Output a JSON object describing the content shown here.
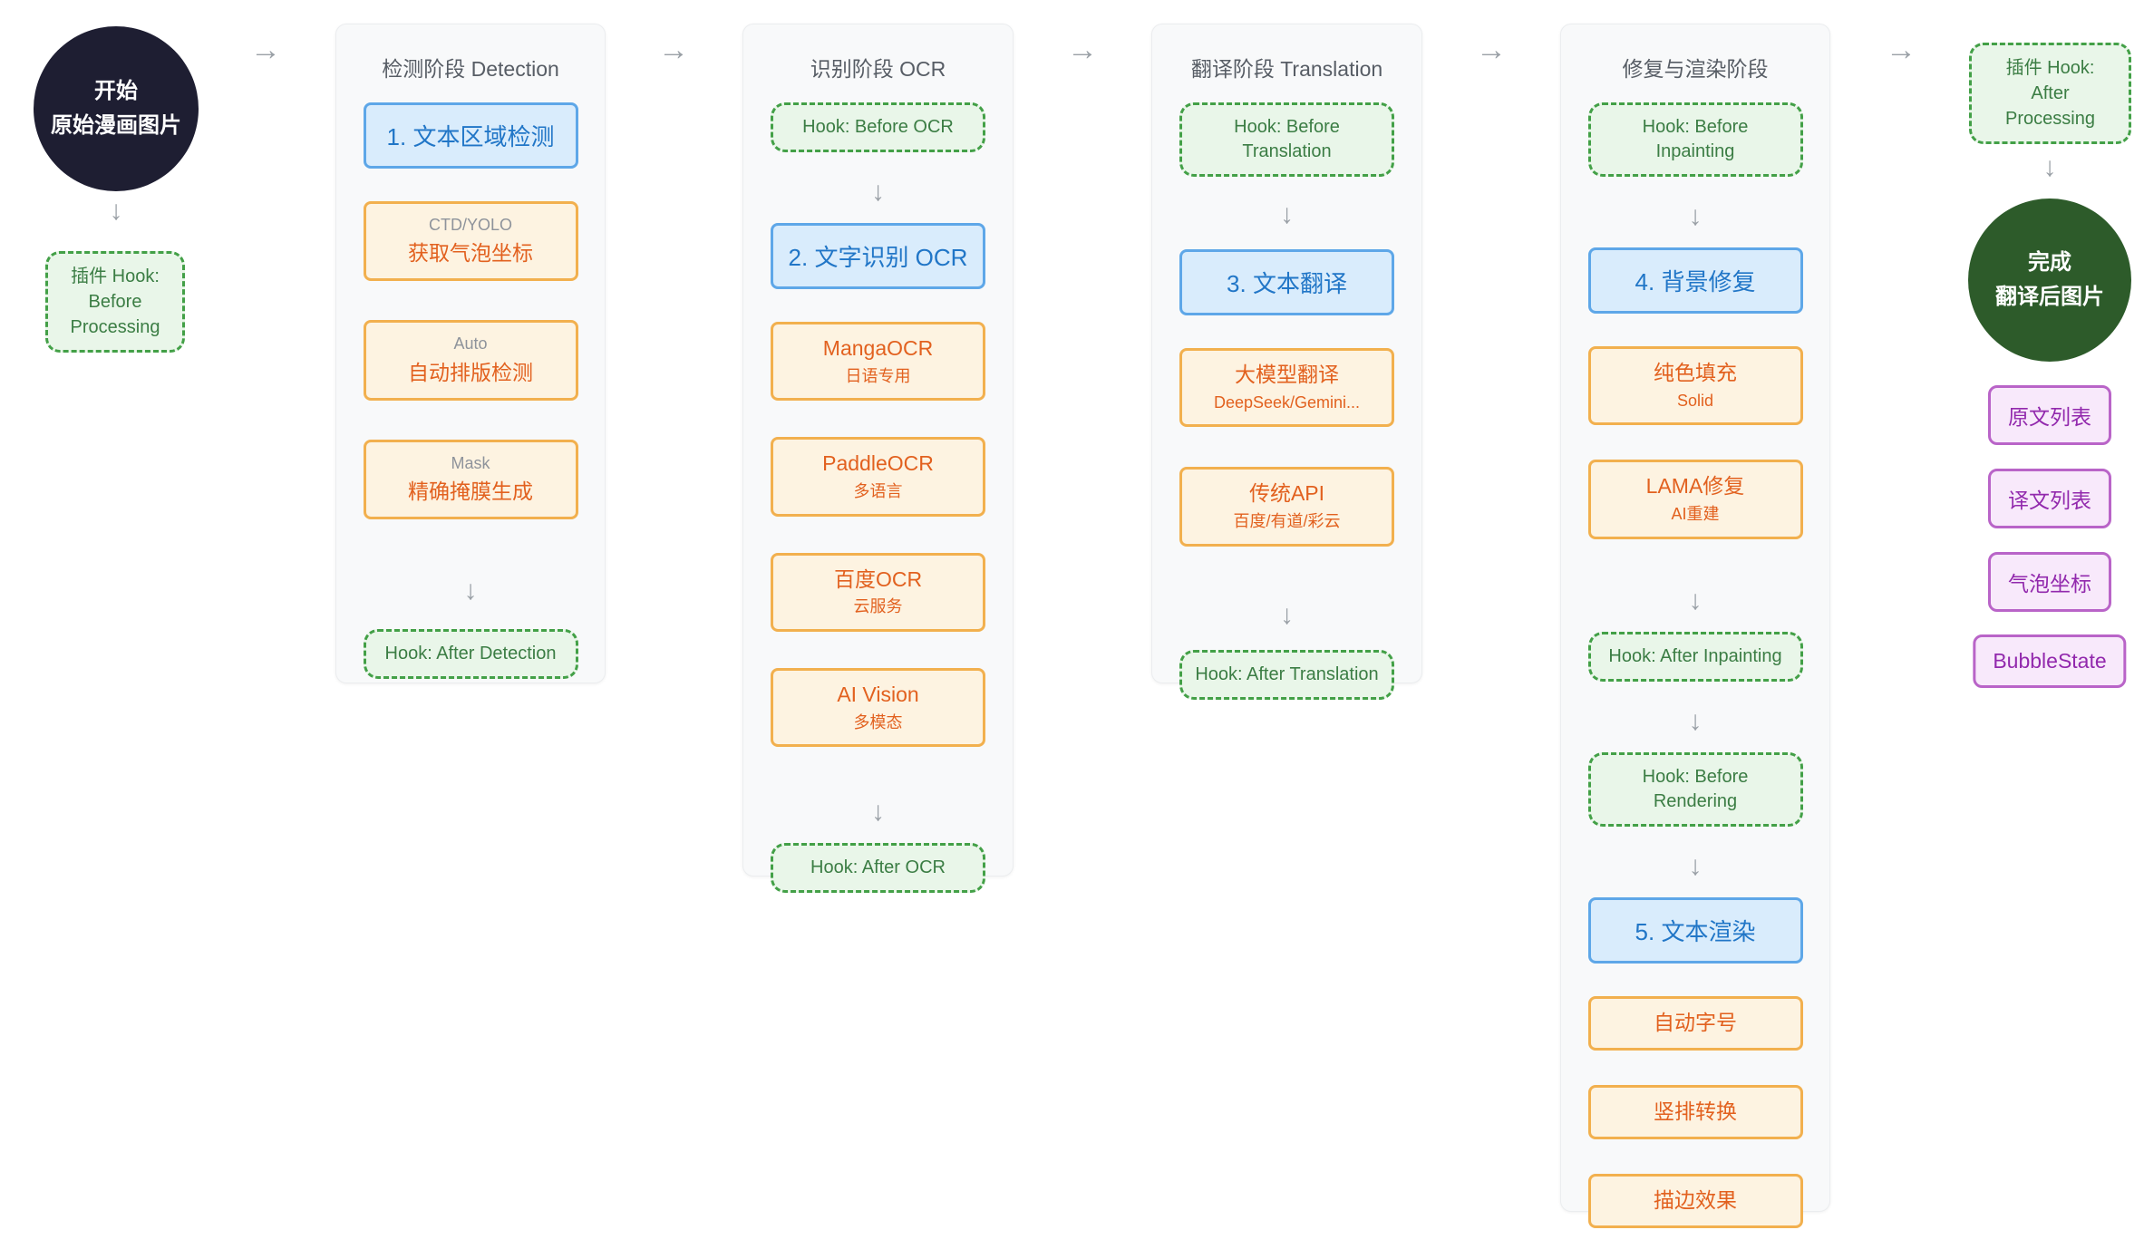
{
  "rails": {
    "start_label": "开始\n原始漫画图片",
    "hook_before_processing": "插件 Hook:\nBefore\nProcessing",
    "hook_after_processing": "插件 Hook:\nAfter\nProcessing",
    "finish_label": "完成\n翻译后图片",
    "outputs": [
      "原文列表",
      "译文列表",
      "气泡坐标",
      "BubbleState"
    ]
  },
  "icons": {
    "arrow_right": "→",
    "arrow_down": "↓"
  },
  "colors": {
    "start_circle_bg": "#1e1e32",
    "finish_circle_bg": "#2d5b2a",
    "step_bg": "#d9ecfc",
    "step_border": "#5ea7e8",
    "step_text": "#2176c7",
    "tool_bg": "#fdf3e1",
    "tool_border": "#f2b04e",
    "tool_text": "#e2611f",
    "tool_top_label_text": "#8e939b",
    "hook_bg": "#e9f6e9",
    "hook_border": "#43a047",
    "hook_text": "#3b7d44",
    "output_bg": "#f8e9fb",
    "output_border": "#b964c8",
    "output_text": "#9229ad",
    "card_bg": "#f8f9fa",
    "arrow": "#9aa0a6"
  },
  "stages": [
    {
      "id": "detection",
      "title": "检测阶段 Detection",
      "nodes": [
        {
          "type": "step",
          "label": "1. 文本区域检测"
        },
        {
          "type": "tool",
          "top_label": "CTD/YOLO",
          "label": "获取气泡坐标"
        },
        {
          "type": "tool",
          "top_label": "Auto",
          "label": "自动排版检测"
        },
        {
          "type": "tool",
          "top_label": "Mask",
          "label": "精确掩膜生成"
        },
        {
          "type": "arrow"
        },
        {
          "type": "hook",
          "label": "Hook: After Detection"
        }
      ]
    },
    {
      "id": "ocr",
      "title": "识别阶段 OCR",
      "nodes": [
        {
          "type": "hook",
          "label": "Hook: Before OCR"
        },
        {
          "type": "arrow"
        },
        {
          "type": "step",
          "label": "2. 文字识别 OCR"
        },
        {
          "type": "tool",
          "label": "MangaOCR",
          "sub_label": "日语专用"
        },
        {
          "type": "tool",
          "label": "PaddleOCR",
          "sub_label": "多语言"
        },
        {
          "type": "tool",
          "label": "百度OCR",
          "sub_label": "云服务"
        },
        {
          "type": "tool",
          "label": "AI Vision",
          "sub_label": "多模态"
        },
        {
          "type": "arrow"
        },
        {
          "type": "hook",
          "label": "Hook: After OCR"
        }
      ]
    },
    {
      "id": "translation",
      "title": "翻译阶段 Translation",
      "nodes": [
        {
          "type": "hook",
          "label": "Hook: Before\nTranslation"
        },
        {
          "type": "arrow"
        },
        {
          "type": "step",
          "label": "3. 文本翻译"
        },
        {
          "type": "tool",
          "label": "大模型翻译",
          "sub_label": "DeepSeek/Gemini..."
        },
        {
          "type": "tool",
          "label": "传统API",
          "sub_label": "百度/有道/彩云"
        },
        {
          "type": "arrow"
        },
        {
          "type": "hook",
          "label": "Hook: After Translation"
        }
      ]
    },
    {
      "id": "inpaint",
      "title": "修复与渲染阶段",
      "nodes": [
        {
          "type": "hook",
          "label": "Hook: Before\nInpainting"
        },
        {
          "type": "arrow"
        },
        {
          "type": "step",
          "label": "4. 背景修复"
        },
        {
          "type": "tool",
          "label": "纯色填充",
          "sub_label": "Solid"
        },
        {
          "type": "tool",
          "label": "LAMA修复",
          "sub_label": "AI重建"
        },
        {
          "type": "arrow"
        },
        {
          "type": "hook",
          "label": "Hook: After Inpainting"
        },
        {
          "type": "arrow"
        },
        {
          "type": "hook",
          "label": "Hook: Before\nRendering"
        },
        {
          "type": "arrow"
        },
        {
          "type": "step",
          "label": "5. 文本渲染"
        },
        {
          "type": "tool",
          "label": "自动字号"
        },
        {
          "type": "tool",
          "label": "竖排转换"
        },
        {
          "type": "tool",
          "label": "描边效果"
        }
      ]
    }
  ]
}
